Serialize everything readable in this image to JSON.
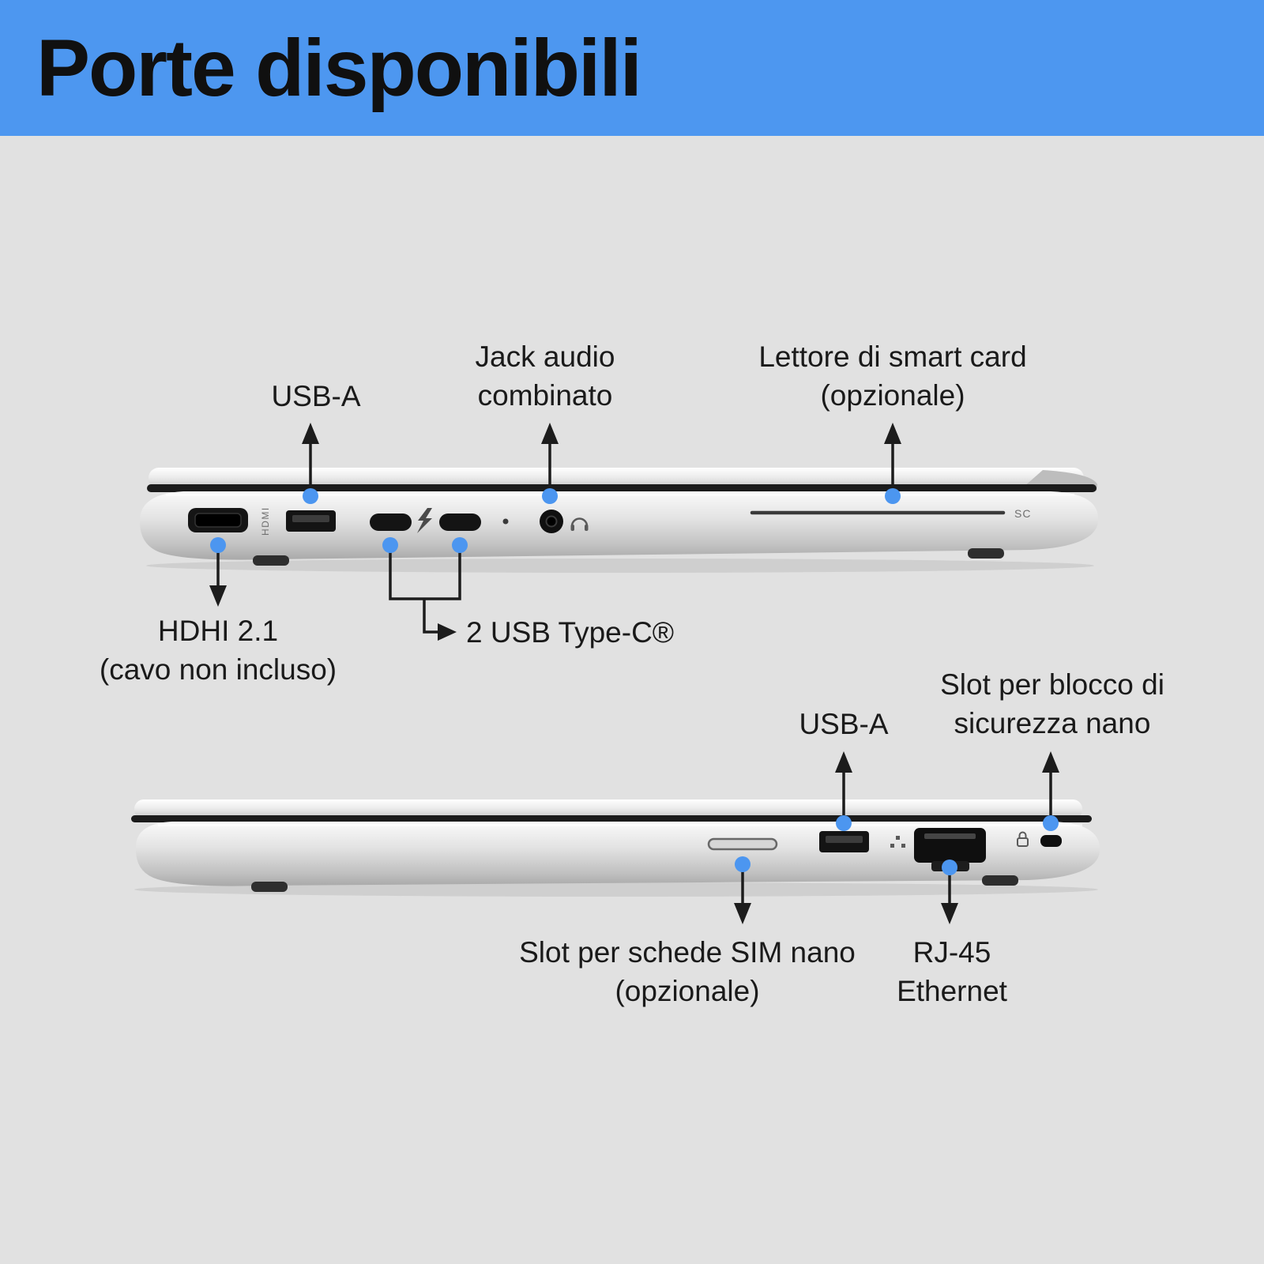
{
  "page": {
    "title": "Porte disponibili"
  },
  "colors": {
    "banner_blue": "#4d97f0",
    "background_gray": "#e1e1e1",
    "callout_dot_blue": "#4c96f0",
    "text_black": "#1a1a1a"
  },
  "laptop_top": {
    "labels": {
      "usb_a": "USB-A",
      "audio_jack": [
        "Jack audio",
        "combinato"
      ],
      "smart_card": [
        "Lettore di smart card",
        "(opzionale)"
      ],
      "hdmi": [
        "HDHI 2.1",
        "(cavo non incluso)"
      ],
      "usb_c": "2 USB Type-C®"
    },
    "port_markings": {
      "hdmi": "HDMI",
      "smart_card": "SC"
    }
  },
  "laptop_bottom": {
    "labels": {
      "usb_a": "USB-A",
      "security_slot": [
        "Slot per blocco di",
        "sicurezza nano"
      ],
      "sim_slot": [
        "Slot per schede SIM nano",
        "(opzionale)"
      ],
      "rj45": [
        "RJ-45",
        "Ethernet"
      ]
    }
  }
}
